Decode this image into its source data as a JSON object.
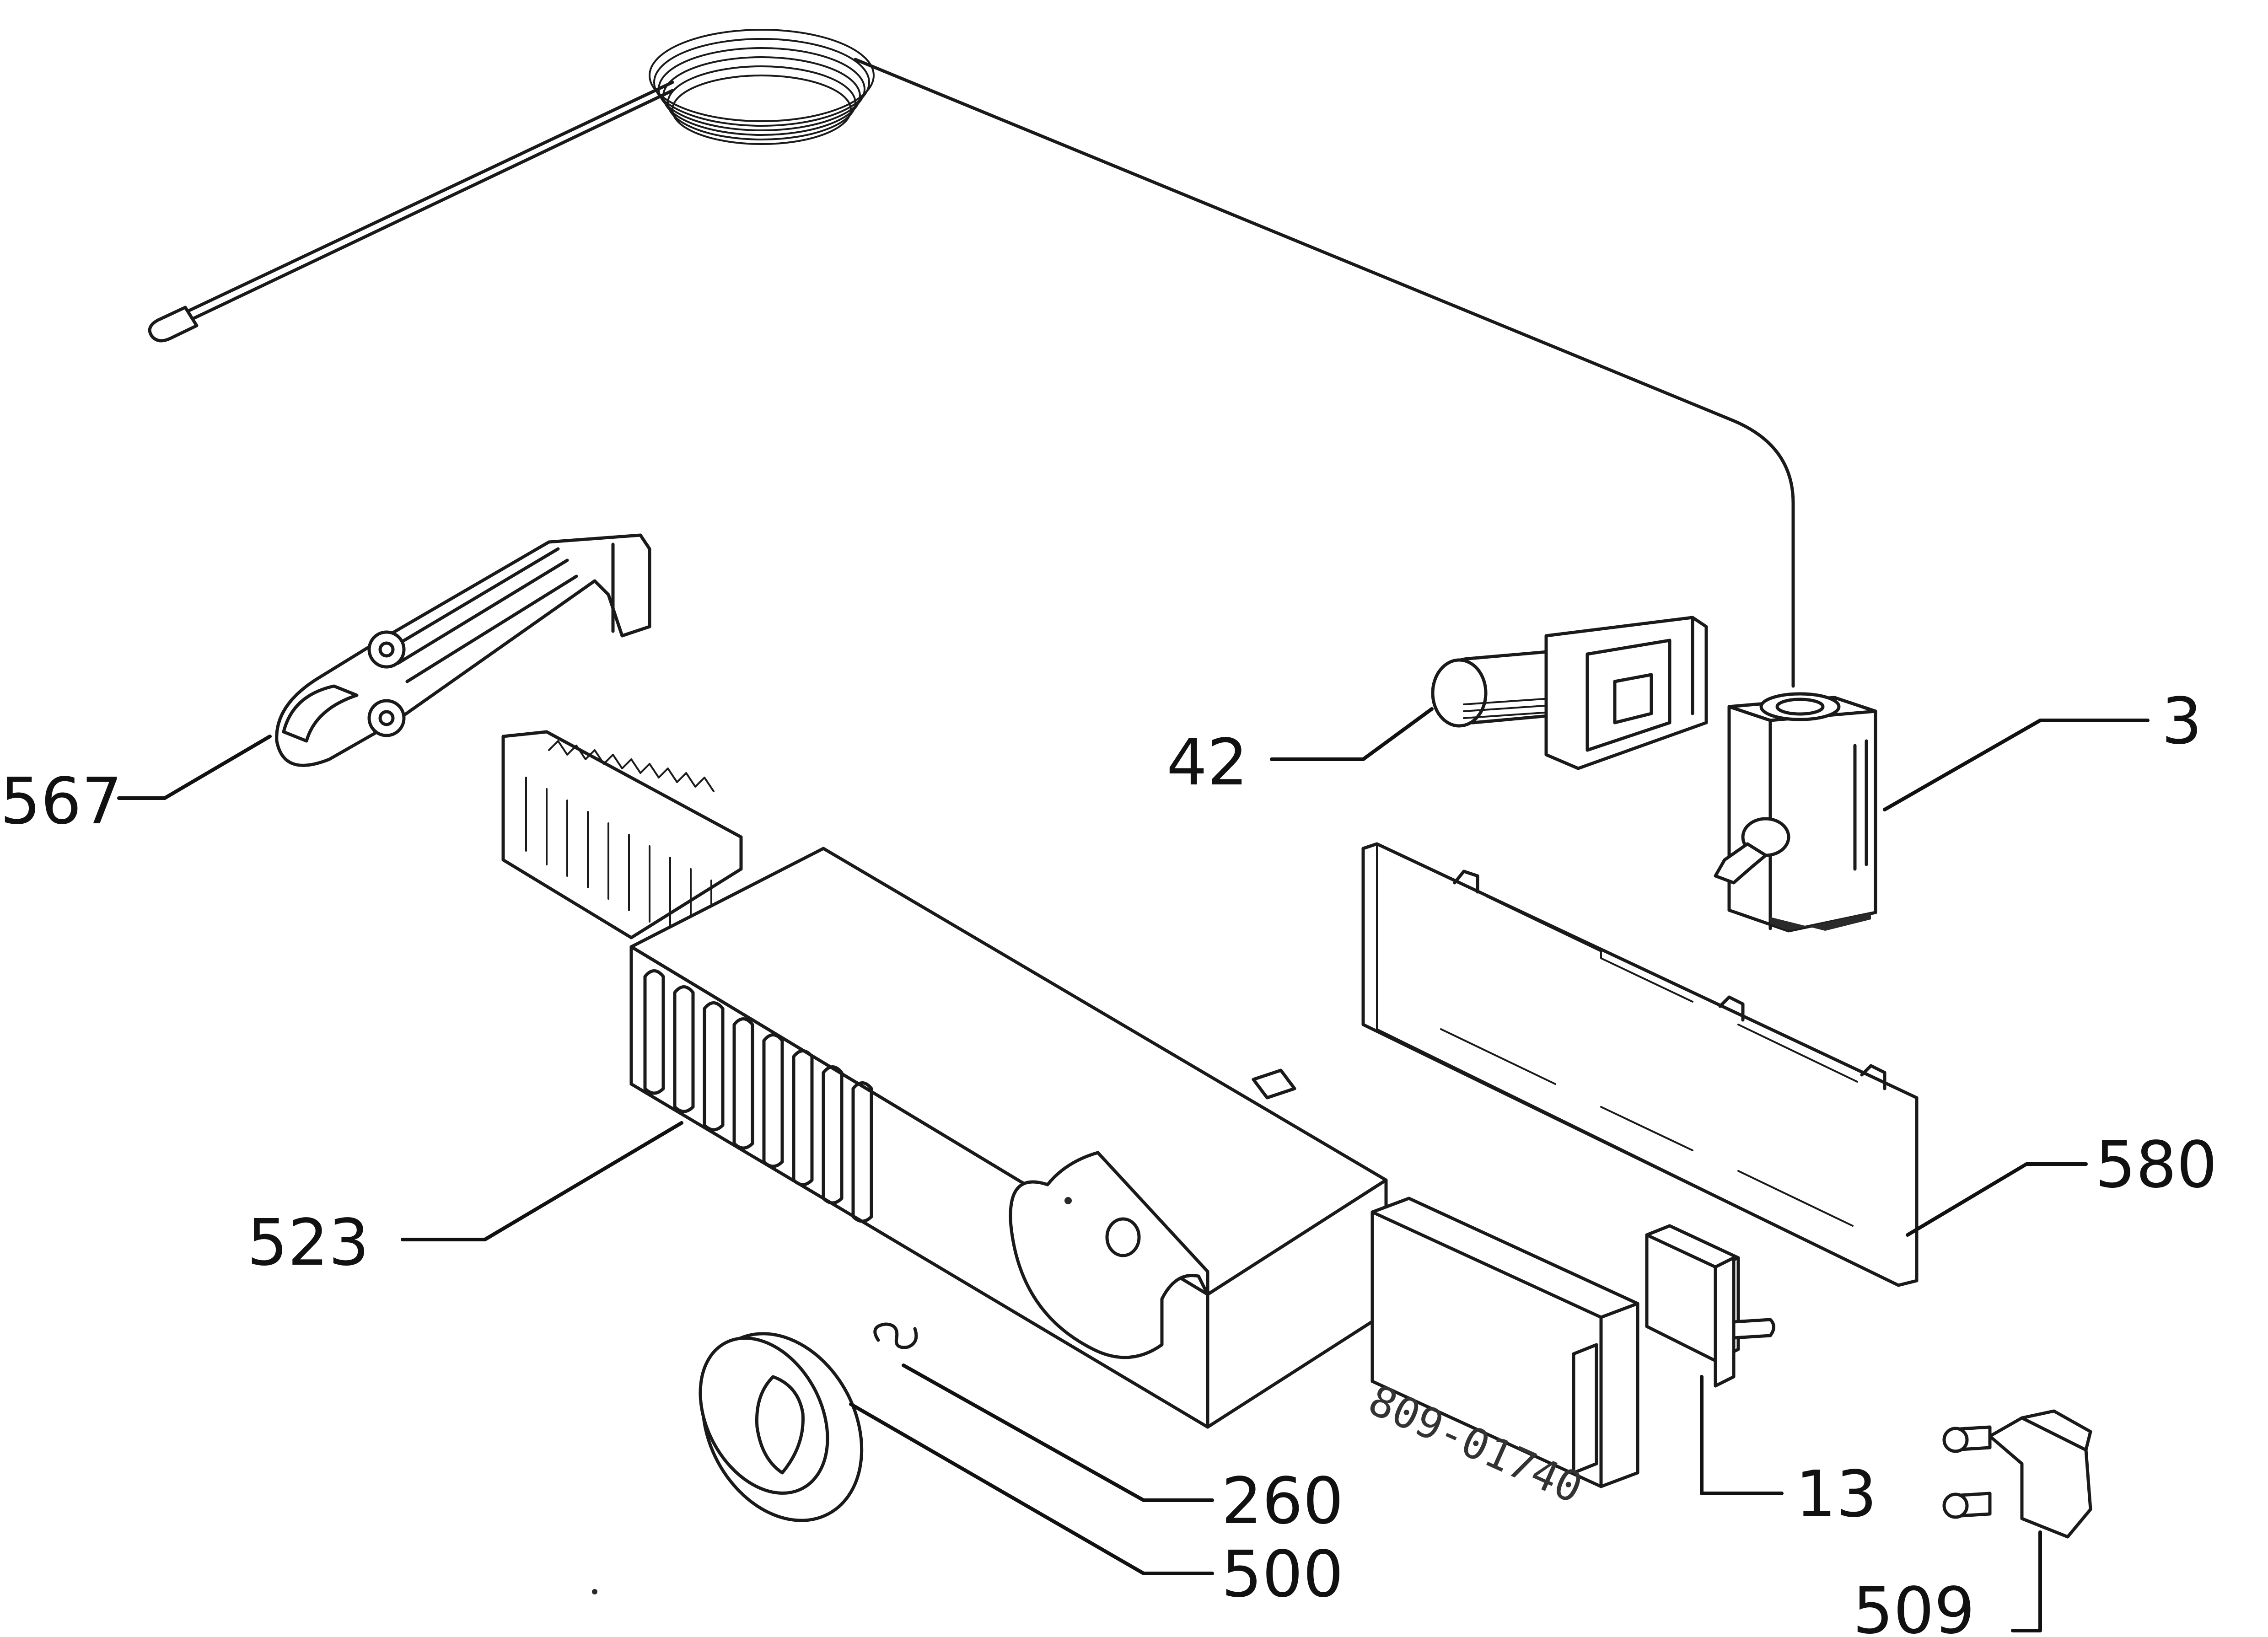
{
  "callouts": [
    {
      "id": "3",
      "label": "3"
    },
    {
      "id": "13",
      "label": "13"
    },
    {
      "id": "42",
      "label": "42"
    },
    {
      "id": "260",
      "label": "260"
    },
    {
      "id": "500",
      "label": "500"
    },
    {
      "id": "509",
      "label": "509"
    },
    {
      "id": "523",
      "label": "523"
    },
    {
      "id": "567",
      "label": "567"
    },
    {
      "id": "580",
      "label": "580"
    }
  ],
  "drawing_code": "809-01740"
}
